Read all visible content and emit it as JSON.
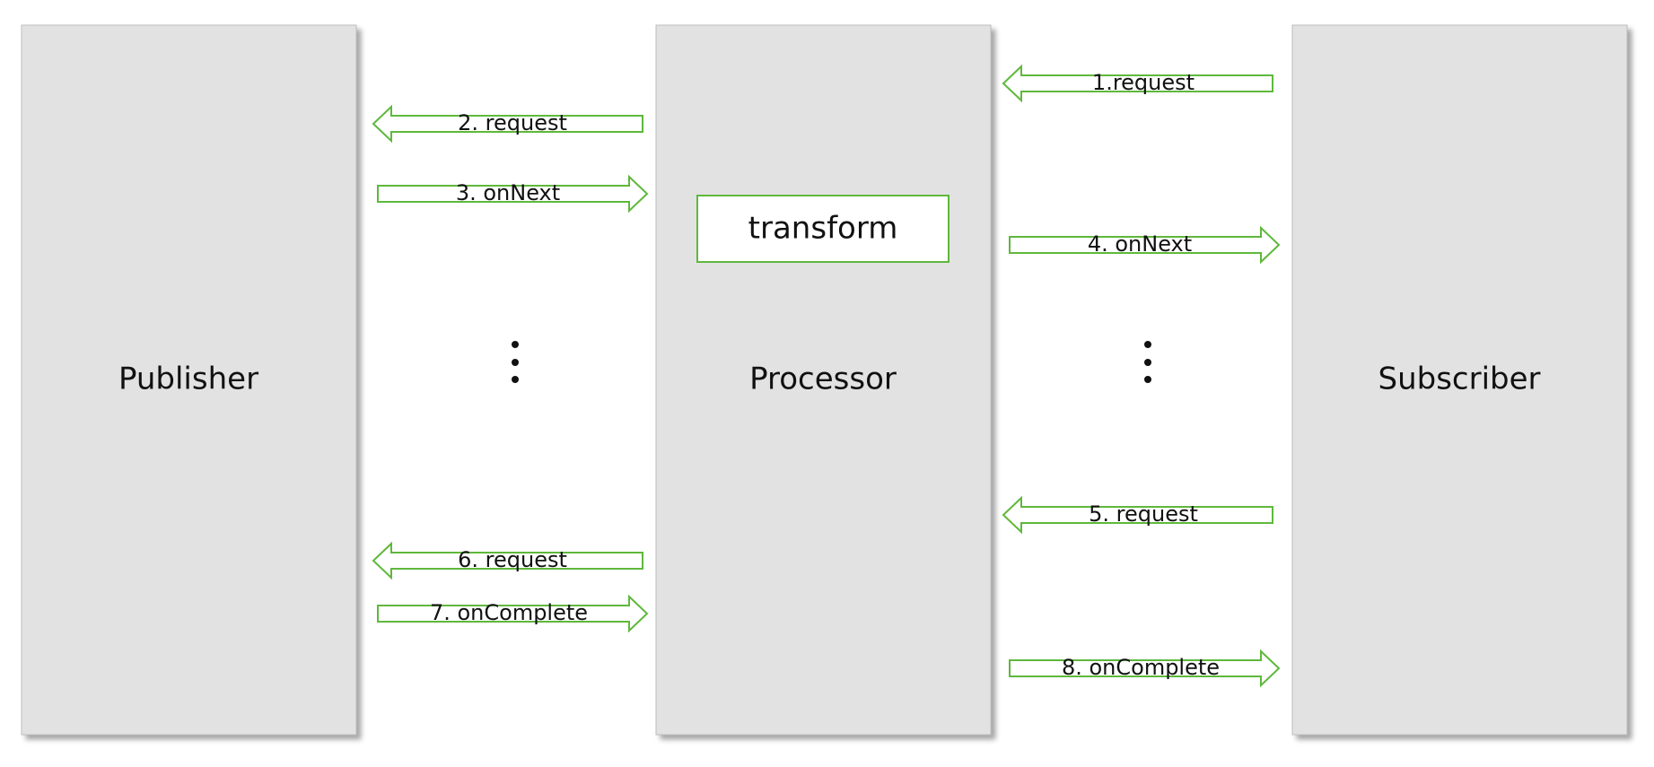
{
  "columns": {
    "publisher": "Publisher",
    "processor": "Processor",
    "subscriber": "Subscriber"
  },
  "transform_label": "transform",
  "arrows": {
    "a1": "1.request",
    "a2": "2. request",
    "a3": "3. onNext",
    "a4": "4. onNext",
    "a5": "5. request",
    "a6": "6. request",
    "a7": "7. onComplete",
    "a8": "8. onComplete"
  },
  "colors": {
    "panel_fill": "#e3e2e3",
    "panel_stroke": "#bdbdbd",
    "arrow_stroke": "#5fb83c",
    "transform_stroke": "#5fb83c"
  }
}
